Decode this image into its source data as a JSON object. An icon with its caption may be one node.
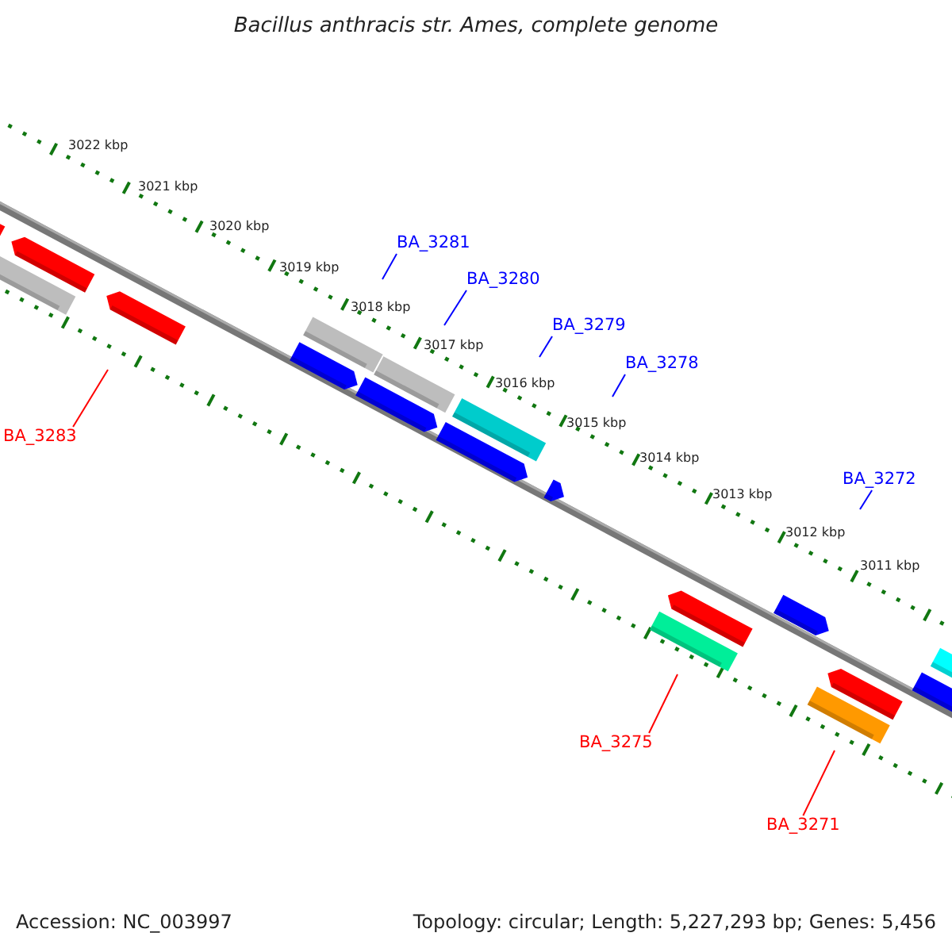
{
  "diagram": {
    "title": "Bacillus anthracis str. Ames, complete genome",
    "nodes": [
      {
        "text": [
          "BA_3281"
        ]
      },
      {
        "text": [
          "BA_3280"
        ]
      },
      {
        "text": [
          "BA_3279"
        ]
      },
      {
        "text": [
          "BA_3278"
        ]
      },
      {
        "text": [
          "BA_3272"
        ]
      },
      {
        "text": [
          "BA_3283"
        ]
      },
      {
        "text": [
          "BA_3275"
        ]
      },
      {
        "text": [
          "BA_3271"
        ]
      }
    ],
    "edges": [
      {
        "from": 0,
        "to": null,
        "arrow": "none"
      },
      {
        "from": 1,
        "to": null,
        "arrow": "none"
      },
      {
        "from": 2,
        "to": null,
        "arrow": "none"
      },
      {
        "from": 3,
        "to": null,
        "arrow": "none"
      },
      {
        "from": 4,
        "to": null,
        "arrow": "none"
      },
      {
        "from": 5,
        "to": null,
        "arrow": "none",
        "color": "#ff0000"
      },
      {
        "from": 6,
        "to": null,
        "arrow": "none",
        "color": "#ff0000"
      },
      {
        "from": 7,
        "to": null,
        "arrow": "none",
        "color": "#ff0000"
      }
    ],
    "labels": [
      "3022 kbp",
      "3021 kbp",
      "3020 kbp",
      "3019 kbp",
      "3018 kbp",
      "3017 kbp",
      "3016 kbp",
      "3015 kbp",
      "3014 kbp",
      "3013 kbp",
      "3012 kbp",
      "3011 kbp",
      "Accession: NC_003997",
      "Topology: circular; Length: 5,227,293 bp; Genes: 5,456"
    ]
  }
}
